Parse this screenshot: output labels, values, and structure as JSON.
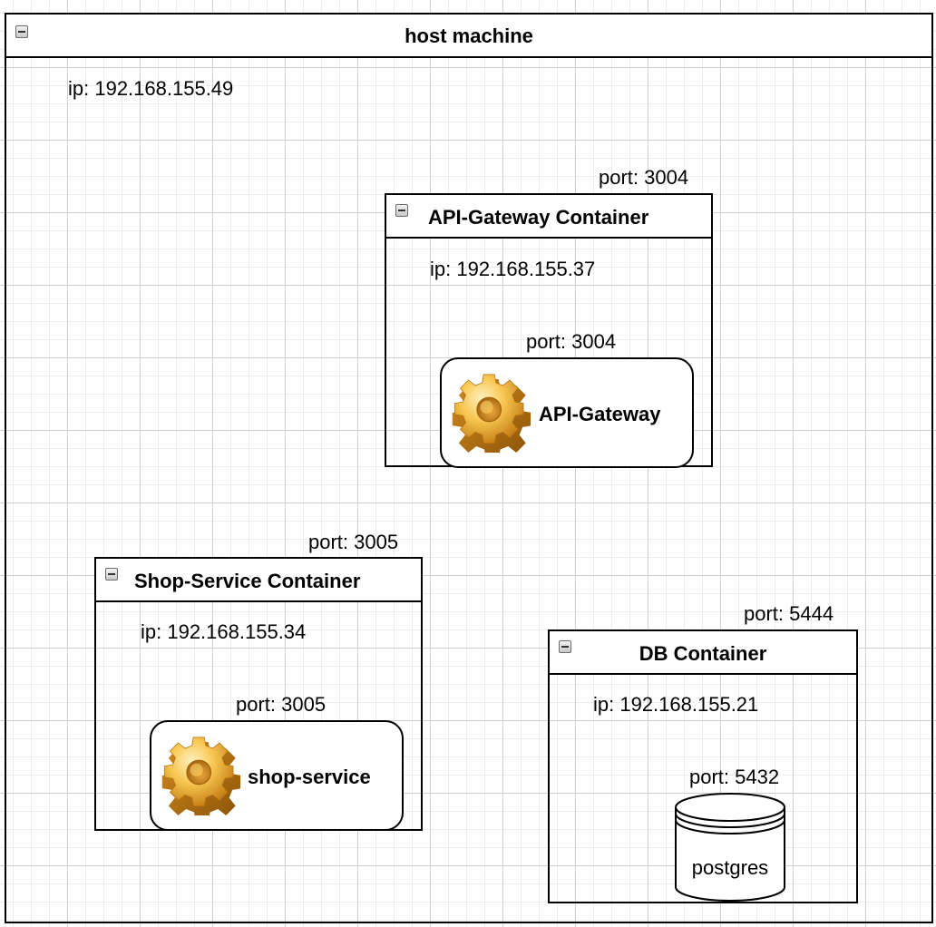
{
  "host": {
    "title": "host machine",
    "ip": "ip: 192.168.155.49"
  },
  "containers": {
    "gateway": {
      "title": "API-Gateway Container",
      "port": "port: 3004",
      "ip": "ip: 192.168.155.37",
      "service": {
        "name": "API-Gateway",
        "port": "port: 3004",
        "icon": "gear-icon"
      }
    },
    "shop": {
      "title": "Shop-Service Container",
      "port": "port: 3005",
      "ip": "ip: 192.168.155.34",
      "service": {
        "name": "shop-service",
        "port": "port: 3005",
        "icon": "gear-icon"
      }
    },
    "db": {
      "title": "DB Container",
      "port": "port: 5444",
      "ip": "ip: 192.168.155.21",
      "service": {
        "name": "postgres",
        "port": "port: 5432",
        "icon": "database-cylinder-icon"
      }
    }
  },
  "colors": {
    "gear_light": "#fde8a0",
    "gear_mid": "#f5b93a",
    "gear_dark": "#c47a10"
  }
}
